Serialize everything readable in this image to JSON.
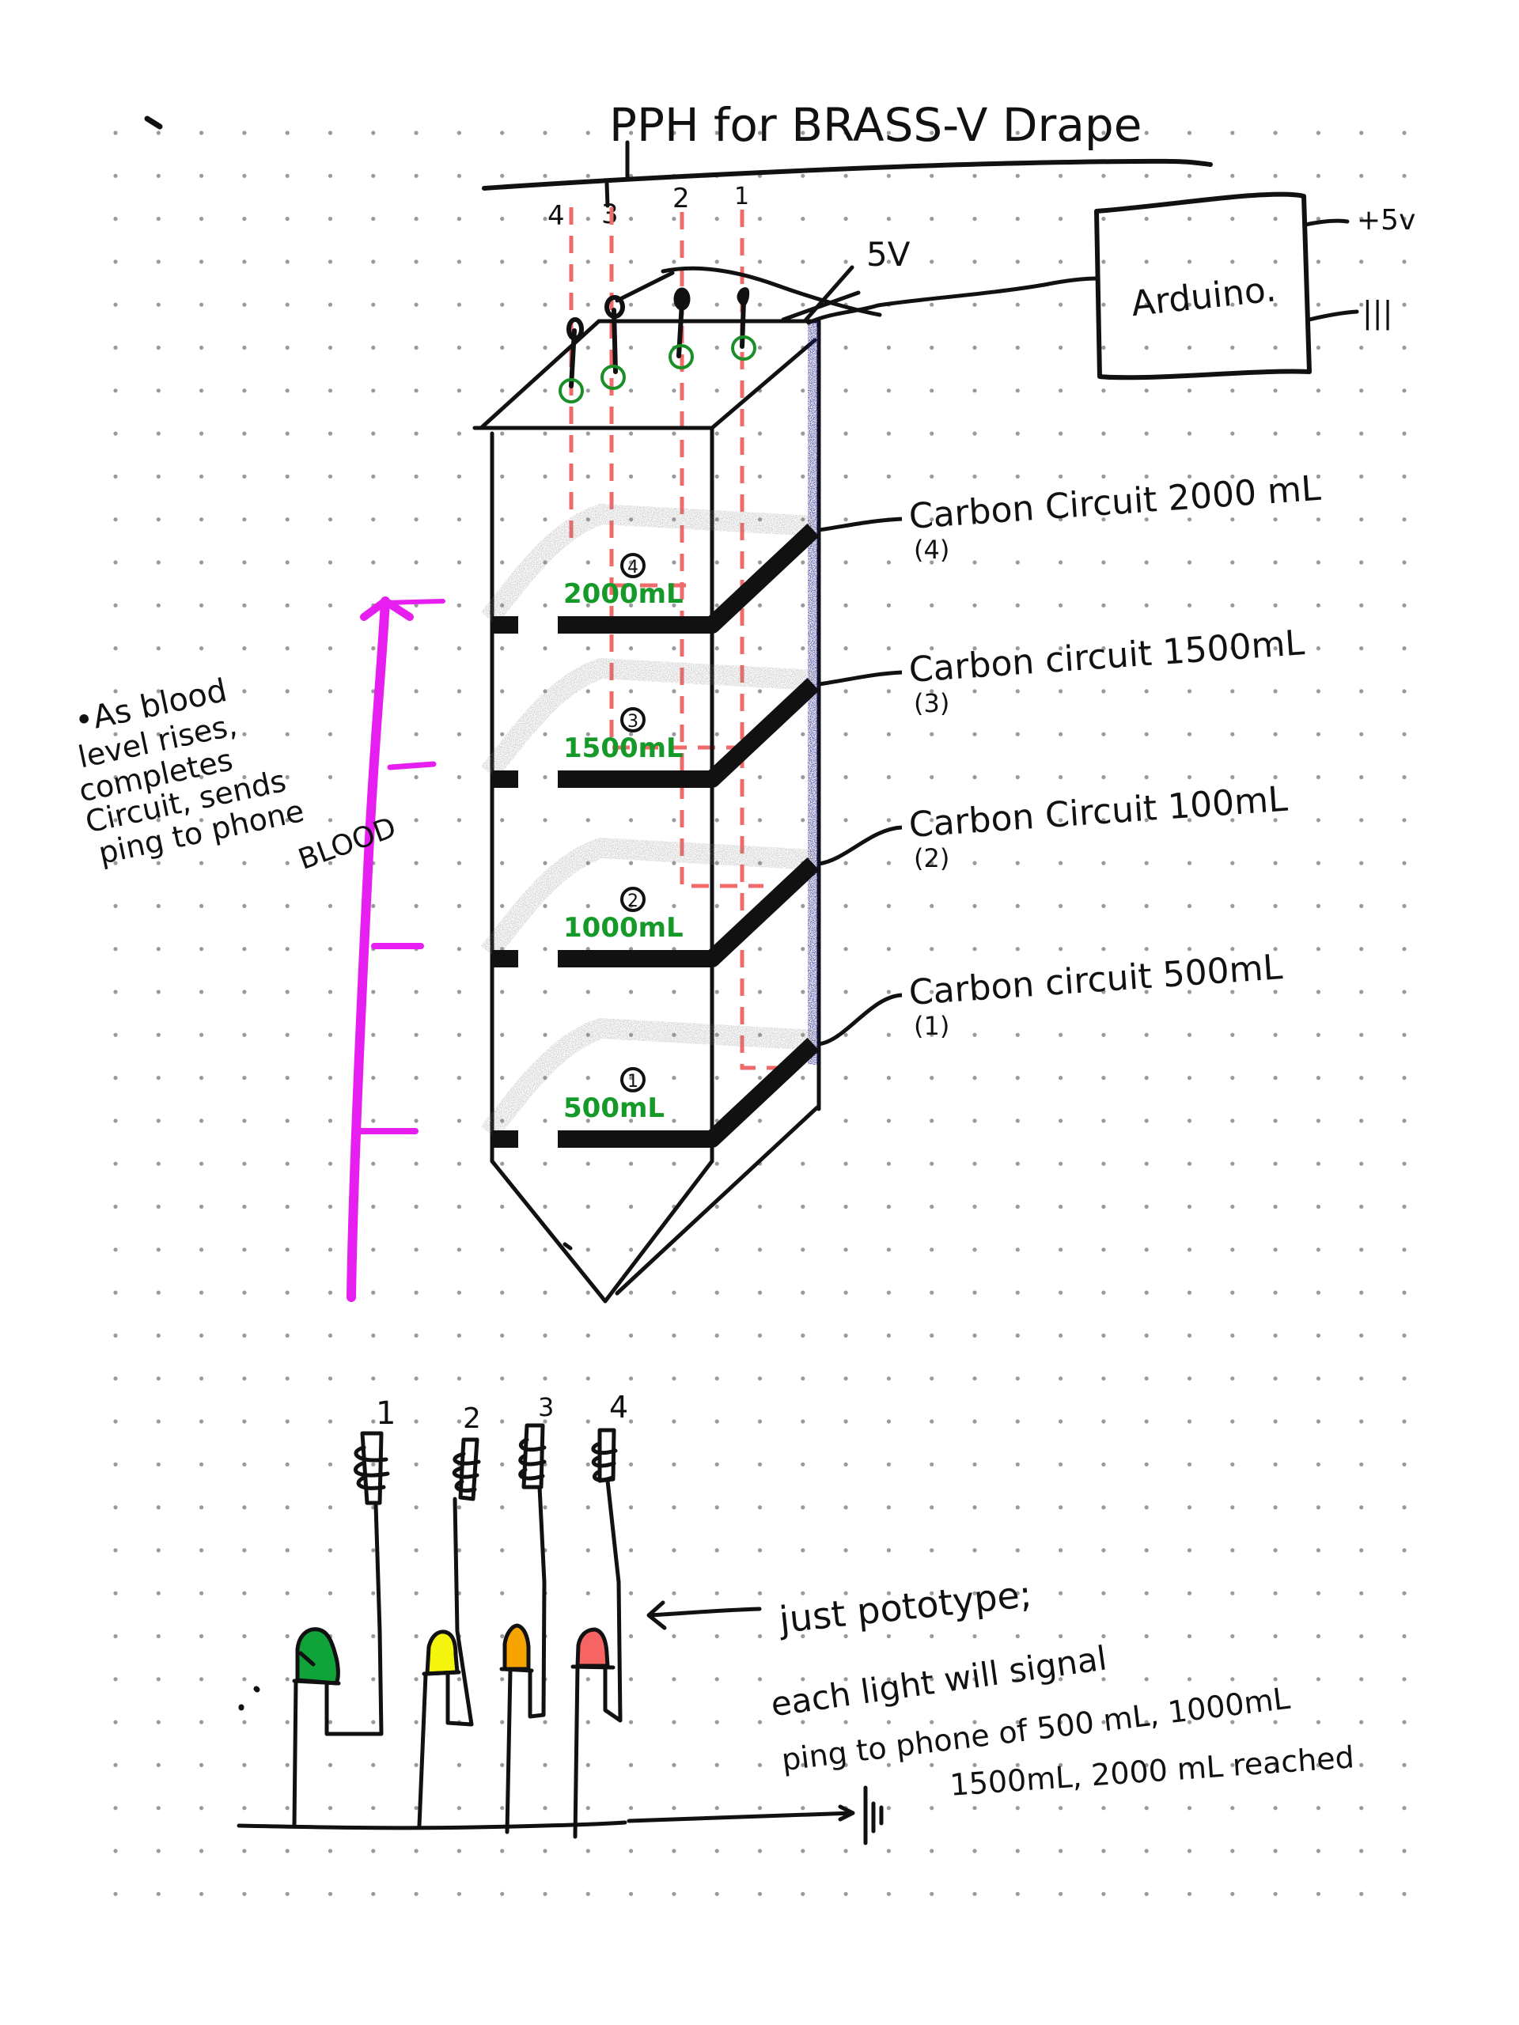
{
  "title": "PPH for BRASS-V Drape",
  "colors": {
    "ink": "#111111",
    "blood_arrow": "#e61ff0",
    "probe_dashed": "#f06a6a",
    "electrode_bar": "#17178c",
    "circuit_label": "#159a2a",
    "probe_ring": "#1a8f28",
    "grid_dot": "#9a9a9a",
    "led_green": "#10a33a",
    "led_yellow": "#f4f40c",
    "led_orange": "#f7a400",
    "led_red": "#f76464"
  },
  "probe_numbers": [
    "4",
    "3",
    "2",
    "1"
  ],
  "arduino": {
    "label": "Arduino.",
    "supply_label": "+5v",
    "ground_label": "|||",
    "wire_label": "5V"
  },
  "circuits": [
    {
      "index": "4",
      "badge": "4",
      "volume_label": "2000mL",
      "callout": "Carbon Circuit 2000 mL",
      "callout_sub": "(4)"
    },
    {
      "index": "3",
      "badge": "3",
      "volume_label": "1500mL",
      "callout": "Carbon circuit 1500mL",
      "callout_sub": "(3)"
    },
    {
      "index": "2",
      "badge": "2",
      "volume_label": "1000mL",
      "callout": "Carbon Circuit 100mL",
      "callout_sub": "(2)"
    },
    {
      "index": "1",
      "badge": "1",
      "volume_label": "500mL",
      "callout": "Carbon circuit 500mL",
      "callout_sub": "(1)"
    }
  ],
  "blood_note": {
    "lines": [
      "•As blood",
      "level rises,",
      "completes",
      "Circuit, sends",
      "ping to phone"
    ],
    "arrow_label": "BLOOD"
  },
  "leds": [
    {
      "number": "1",
      "color": "green"
    },
    {
      "number": "2",
      "color": "yellow"
    },
    {
      "number": "3",
      "color": "orange"
    },
    {
      "number": "4",
      "color": "red"
    }
  ],
  "led_ground_label": "|||",
  "prototype_note": {
    "lines": [
      "just pototype;",
      "each light will signal",
      "ping to phone of 500 mL, 1000mL",
      "1500mL, 2000 mL reached"
    ]
  }
}
